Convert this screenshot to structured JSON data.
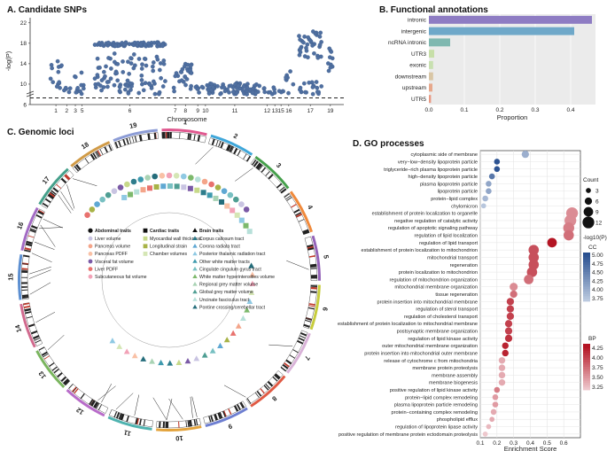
{
  "panels": {
    "a": {
      "title": "A. Candidate SNPs"
    },
    "b": {
      "title": "B. Functional annotations"
    },
    "c": {
      "title": "C. Genomic loci"
    },
    "d": {
      "title": "D. GO processes"
    }
  },
  "chart_data": [
    {
      "type": "scatter",
      "panel": "A",
      "title": "A. Candidate SNPs",
      "xlabel": "Chromosome",
      "ylabel": "-log(P)",
      "ylim": [
        6,
        23
      ],
      "yticks": [
        6,
        10,
        14,
        18,
        22
      ],
      "xticks": [
        "1",
        "2",
        "3",
        "5",
        "6",
        "7",
        "8",
        "9",
        "10",
        "11",
        "12",
        "13",
        "15",
        "16",
        "17",
        "19"
      ],
      "threshold": 7.3,
      "threshold_style": "dashed",
      "clusters": [
        {
          "chr": "1",
          "pos": 0.075,
          "w": 0.022,
          "ymin": 8,
          "ymax": 14.5,
          "n": 14
        },
        {
          "chr": "2",
          "pos": 0.11,
          "w": 0.012,
          "ymin": 8,
          "ymax": 10.5,
          "n": 5
        },
        {
          "chr": "3",
          "pos": 0.138,
          "w": 0.012,
          "ymin": 8,
          "ymax": 12,
          "n": 6
        },
        {
          "chr": "5",
          "pos": 0.16,
          "w": 0.012,
          "ymin": 8,
          "ymax": 12.5,
          "n": 6
        },
        {
          "chr": "6",
          "pos": 0.315,
          "w": 0.115,
          "ymin": 8,
          "ymax": 18,
          "n": 170
        },
        {
          "chr": "7",
          "pos": 0.462,
          "w": 0.01,
          "ymin": 8,
          "ymax": 13,
          "n": 5
        },
        {
          "chr": "8",
          "pos": 0.495,
          "w": 0.02,
          "ymin": 9,
          "ymax": 14,
          "n": 24
        },
        {
          "chr": "9",
          "pos": 0.535,
          "w": 0.008,
          "ymin": 8.2,
          "ymax": 10.5,
          "n": 5
        },
        {
          "chr": "10",
          "pos": 0.56,
          "w": 0.014,
          "ymin": 8.5,
          "ymax": 10,
          "n": 6
        },
        {
          "chr": "11",
          "pos": 0.655,
          "w": 0.085,
          "ymin": 8,
          "ymax": 10.3,
          "n": 70
        },
        {
          "chr": "12",
          "pos": 0.76,
          "w": 0.012,
          "ymin": 8,
          "ymax": 9.5,
          "n": 5
        },
        {
          "chr": "13",
          "pos": 0.785,
          "w": 0.01,
          "ymin": 8,
          "ymax": 9.5,
          "n": 4
        },
        {
          "chr": "15",
          "pos": 0.805,
          "w": 0.008,
          "ymin": 8,
          "ymax": 9.5,
          "n": 4
        },
        {
          "chr": "16",
          "pos": 0.83,
          "w": 0.015,
          "ymin": 8,
          "ymax": 13,
          "n": 8
        },
        {
          "chr": "17",
          "pos": 0.9,
          "w": 0.038,
          "ymin": 8,
          "ymax": 20.5,
          "n": 55
        },
        {
          "chr": "19",
          "pos": 0.965,
          "w": 0.012,
          "ymin": 12,
          "ymax": 17.5,
          "n": 10
        }
      ]
    },
    {
      "type": "bar",
      "panel": "B",
      "title": "B. Functional annotations",
      "orientation": "horizontal",
      "xlabel": "Proportion",
      "xlim": [
        0,
        0.47
      ],
      "xticks": [
        0.0,
        0.1,
        0.2,
        0.3,
        0.4
      ],
      "categories": [
        "intronic",
        "intergenic",
        "ncRNA intronic",
        "UTR3",
        "exonic",
        "downstream",
        "upstream",
        "UTR5"
      ],
      "values": [
        0.46,
        0.41,
        0.06,
        0.015,
        0.012,
        0.012,
        0.01,
        0.006
      ],
      "colors": [
        "#8E7CC3",
        "#6FA8C9",
        "#7FB8B0",
        "#C7DFA8",
        "#C8E0B0",
        "#D9C6A5",
        "#E7A88C",
        "#E89A84"
      ]
    },
    {
      "type": "circos",
      "panel": "C",
      "title": "C. Genomic loci",
      "chromosomes": [
        "1",
        "2",
        "3",
        "4",
        "5",
        "6",
        "7",
        "8",
        "9",
        "10",
        "11",
        "12",
        "13",
        "14",
        "15",
        "16",
        "17",
        "18",
        "19"
      ],
      "legend": {
        "headers": [
          "Abdominal traits",
          "Cardiac traits",
          "Brain traits"
        ],
        "abdominal": [
          "Liver volume",
          "Pancreas volume",
          "Pancreas PDFF",
          "Visceral fat volume",
          "Liver PDFF",
          "Subcutaneous fat volume"
        ],
        "cardiac": [
          "Myocardial wall thickness",
          "Longitudinal strain",
          "Chamber volumes"
        ],
        "brain": [
          "Corpus callosum tract",
          "Corona radiata tract",
          "Posterior thalamic radiation tract",
          "Other white matter tracts",
          "Cingulate cingulum gyrus tract",
          "White matter hyperintensities volume",
          "Regional grey matter volume",
          "Global grey matter volume",
          "Uncinate fasciculus tract",
          "Pontine crossing/cerebellar tract"
        ]
      },
      "legend_colors": {
        "abdominal": [
          "#C9C4E2",
          "#F4A58A",
          "#F9C1A6",
          "#7B5AA6",
          "#E8726E",
          "#F2A2B7"
        ],
        "cardiac": [
          "#C7D98A",
          "#A8B347",
          "#D5E6B5"
        ],
        "brain": [
          "#2E7D8C",
          "#5FA8D3",
          "#8FC9E3",
          "#3E9AAE",
          "#78C0C2",
          "#7DB96C",
          "#A9D3B4",
          "#4F9E93",
          "#B7E0D9",
          "#256D7B"
        ]
      }
    },
    {
      "type": "scatter",
      "panel": "D",
      "title": "D. GO processes",
      "xlabel": "Enrichment Score",
      "xlim": [
        0.1,
        0.7
      ],
      "xticks": [
        0.1,
        0.2,
        0.3,
        0.4,
        0.5,
        0.6
      ],
      "size_legend": {
        "title": "Count",
        "values": [
          3,
          6,
          9,
          12
        ]
      },
      "cc_legend": {
        "title": "-log10(P)",
        "group": "CC",
        "ticks": [
          "5.00",
          "4.75",
          "4.50",
          "4.25",
          "4.00",
          "3.75"
        ]
      },
      "bp_legend": {
        "group": "BP",
        "ticks": [
          "4.25",
          "4.00",
          "3.75",
          "3.50",
          "3.25"
        ]
      },
      "terms": [
        {
          "label": "cytoplasmic side of membrane",
          "x": 0.37,
          "count": 6,
          "group": "CC",
          "p": 4.0
        },
        {
          "label": "very−low−density lipoprotein particle",
          "x": 0.2,
          "count": 4,
          "group": "CC",
          "p": 5.0
        },
        {
          "label": "triglyceride−rich plasma lipoprotein particle",
          "x": 0.2,
          "count": 4,
          "group": "CC",
          "p": 5.0
        },
        {
          "label": "high−density lipoprotein particle",
          "x": 0.17,
          "count": 4,
          "group": "CC",
          "p": 4.6
        },
        {
          "label": "plasma lipoprotein particle",
          "x": 0.15,
          "count": 4,
          "group": "CC",
          "p": 4.1
        },
        {
          "label": "lipoprotein particle",
          "x": 0.15,
          "count": 4,
          "group": "CC",
          "p": 4.1
        },
        {
          "label": "protein−lipid complex",
          "x": 0.13,
          "count": 4,
          "group": "CC",
          "p": 3.9
        },
        {
          "label": "chylomicron",
          "x": 0.12,
          "count": 3,
          "group": "CC",
          "p": 3.75
        },
        {
          "label": "establishment of protein localization to organelle",
          "x": 0.65,
          "count": 12,
          "group": "BP",
          "p": 3.5
        },
        {
          "label": "negative regulation of catalytic activity",
          "x": 0.64,
          "count": 12,
          "group": "BP",
          "p": 3.5
        },
        {
          "label": "regulation of apoptotic signaling pathway",
          "x": 0.63,
          "count": 11,
          "group": "BP",
          "p": 3.6
        },
        {
          "label": "regulation of lipid localization",
          "x": 0.63,
          "count": 10,
          "group": "BP",
          "p": 3.7
        },
        {
          "label": "regulation of lipid transport",
          "x": 0.53,
          "count": 9,
          "group": "BP",
          "p": 4.3
        },
        {
          "label": "establishment of protein localization to mitochondrion",
          "x": 0.42,
          "count": 10,
          "group": "BP",
          "p": 3.9
        },
        {
          "label": "mitochondrial transport",
          "x": 0.42,
          "count": 10,
          "group": "BP",
          "p": 3.9
        },
        {
          "label": "regeneration",
          "x": 0.42,
          "count": 10,
          "group": "BP",
          "p": 3.9
        },
        {
          "label": "protein localization to mitochondrion",
          "x": 0.41,
          "count": 10,
          "group": "BP",
          "p": 3.9
        },
        {
          "label": "regulation of mitochondrion organization",
          "x": 0.39,
          "count": 9,
          "group": "BP",
          "p": 3.7
        },
        {
          "label": "mitochondrial membrane organization",
          "x": 0.3,
          "count": 7,
          "group": "BP",
          "p": 3.5
        },
        {
          "label": "tissue regeneration",
          "x": 0.3,
          "count": 6,
          "group": "BP",
          "p": 3.7
        },
        {
          "label": "protein insertion into mitochondrial membrane",
          "x": 0.28,
          "count": 6,
          "group": "BP",
          "p": 4.0
        },
        {
          "label": "regulation of sterol transport",
          "x": 0.28,
          "count": 6,
          "group": "BP",
          "p": 4.0
        },
        {
          "label": "regulation of cholesterol transport",
          "x": 0.28,
          "count": 6,
          "group": "BP",
          "p": 4.0
        },
        {
          "label": "establishment of protein localization to mitochondrial membrane",
          "x": 0.27,
          "count": 6,
          "group": "BP",
          "p": 4.0
        },
        {
          "label": "postsynaptic membrane organization",
          "x": 0.27,
          "count": 6,
          "group": "BP",
          "p": 4.0
        },
        {
          "label": "regulation of lipid kinase activity",
          "x": 0.27,
          "count": 6,
          "group": "BP",
          "p": 4.1
        },
        {
          "label": "outer mitochondrial membrane organization",
          "x": 0.25,
          "count": 5,
          "group": "BP",
          "p": 4.2
        },
        {
          "label": "protein insertion into mitochondrial outer membrane",
          "x": 0.25,
          "count": 5,
          "group": "BP",
          "p": 4.2
        },
        {
          "label": "release of cytochrome c from mitochondria",
          "x": 0.23,
          "count": 5,
          "group": "BP",
          "p": 3.3
        },
        {
          "label": "membrane protein proteolysis",
          "x": 0.23,
          "count": 5,
          "group": "BP",
          "p": 3.3
        },
        {
          "label": "membrane assembly",
          "x": 0.23,
          "count": 5,
          "group": "BP",
          "p": 3.3
        },
        {
          "label": "membrane biogenesis",
          "x": 0.23,
          "count": 5,
          "group": "BP",
          "p": 3.3
        },
        {
          "label": "positive regulation of lipid kinase activity",
          "x": 0.2,
          "count": 4,
          "group": "BP",
          "p": 3.6
        },
        {
          "label": "protein−lipid complex remodeling",
          "x": 0.19,
          "count": 4,
          "group": "BP",
          "p": 3.4
        },
        {
          "label": "plasma lipoprotein particle remodeling",
          "x": 0.19,
          "count": 4,
          "group": "BP",
          "p": 3.4
        },
        {
          "label": "protein−containing complex remodeling",
          "x": 0.18,
          "count": 4,
          "group": "BP",
          "p": 3.3
        },
        {
          "label": "phospholipid efflux",
          "x": 0.17,
          "count": 3,
          "group": "BP",
          "p": 3.3
        },
        {
          "label": "regulation of lipoprotein lipase activity",
          "x": 0.15,
          "count": 3,
          "group": "BP",
          "p": 3.2
        },
        {
          "label": "positive regulation of membrane protein ectodomain proteolysis",
          "x": 0.13,
          "count": 3,
          "group": "BP",
          "p": 3.1
        }
      ]
    }
  ]
}
